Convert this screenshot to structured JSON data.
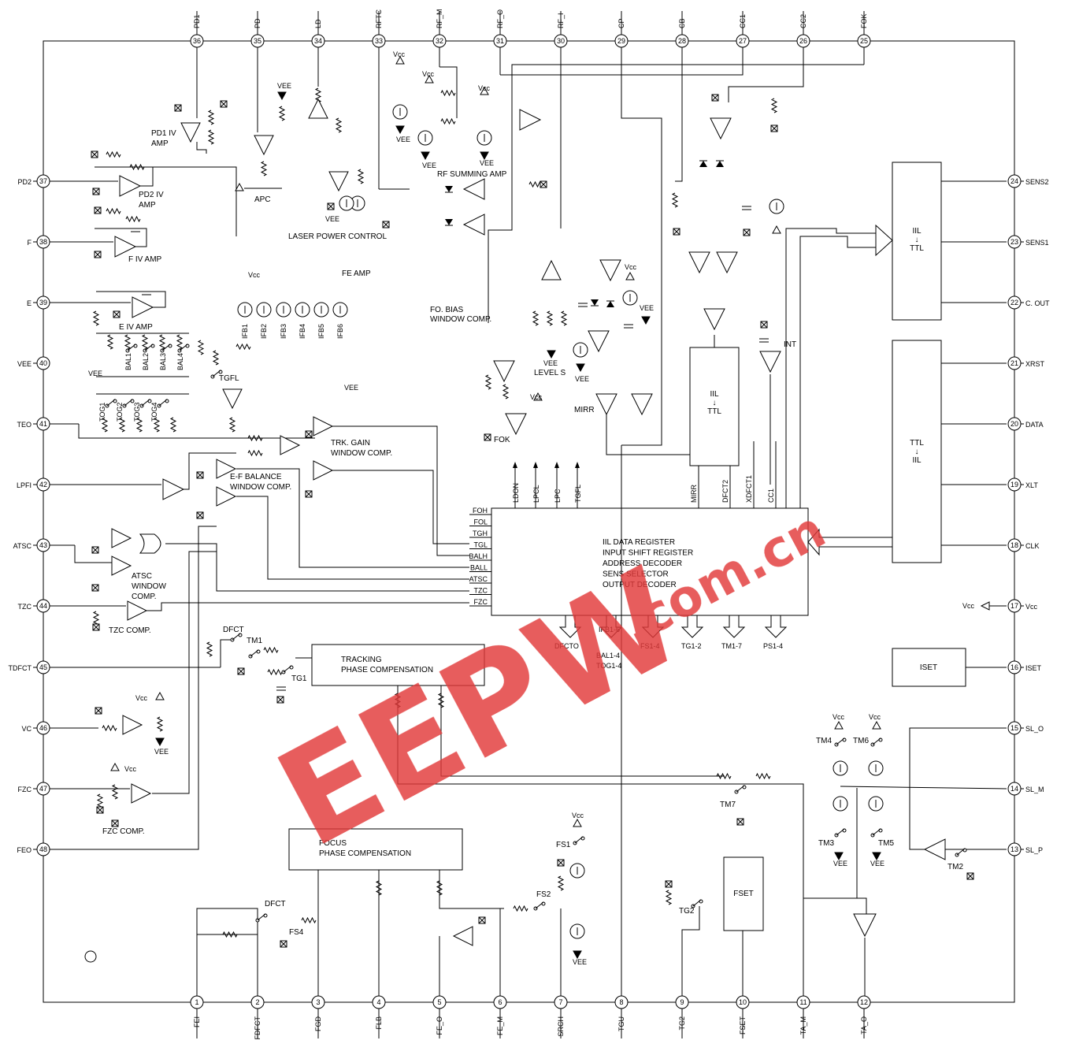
{
  "pins_top": [
    {
      "num": "36",
      "name": "PD1"
    },
    {
      "num": "35",
      "name": "PD"
    },
    {
      "num": "34",
      "name": "LD"
    },
    {
      "num": "33",
      "name": "RFTC"
    },
    {
      "num": "32",
      "name": "RF_M"
    },
    {
      "num": "31",
      "name": "RF_O"
    },
    {
      "num": "30",
      "name": "RF_I"
    },
    {
      "num": "29",
      "name": "CP"
    },
    {
      "num": "28",
      "name": "CB"
    },
    {
      "num": "27",
      "name": "CC1"
    },
    {
      "num": "26",
      "name": "CC2"
    },
    {
      "num": "25",
      "name": "FOK"
    }
  ],
  "pins_bottom": [
    {
      "num": "1",
      "name": "FEI"
    },
    {
      "num": "2",
      "name": "FDFCT"
    },
    {
      "num": "3",
      "name": "FGD"
    },
    {
      "num": "4",
      "name": "FLB"
    },
    {
      "num": "5",
      "name": "FE_O"
    },
    {
      "num": "6",
      "name": "FE_M"
    },
    {
      "num": "7",
      "name": "SRCH"
    },
    {
      "num": "8",
      "name": "TGU"
    },
    {
      "num": "9",
      "name": "TG2"
    },
    {
      "num": "10",
      "name": "FSET"
    },
    {
      "num": "11",
      "name": "TA_M"
    },
    {
      "num": "12",
      "name": "TA_O"
    }
  ],
  "pins_left": [
    {
      "num": "37",
      "name": "PD2"
    },
    {
      "num": "38",
      "name": "F"
    },
    {
      "num": "39",
      "name": "E"
    },
    {
      "num": "40",
      "name": "VEE"
    },
    {
      "num": "41",
      "name": "TEO"
    },
    {
      "num": "42",
      "name": "LPFI"
    },
    {
      "num": "43",
      "name": "ATSC"
    },
    {
      "num": "44",
      "name": "TZC"
    },
    {
      "num": "45",
      "name": "TDFCT"
    },
    {
      "num": "46",
      "name": "VC"
    },
    {
      "num": "47",
      "name": "FZC"
    },
    {
      "num": "48",
      "name": "FEO"
    }
  ],
  "pins_right": [
    {
      "num": "24",
      "name": "SENS2"
    },
    {
      "num": "23",
      "name": "SENS1"
    },
    {
      "num": "22",
      "name": "C. OUT"
    },
    {
      "num": "21",
      "name": "XRST"
    },
    {
      "num": "20",
      "name": "DATA"
    },
    {
      "num": "19",
      "name": "XLT"
    },
    {
      "num": "18",
      "name": "CLK"
    },
    {
      "num": "17",
      "name": "Vcc"
    },
    {
      "num": "16",
      "name": "ISET"
    },
    {
      "num": "15",
      "name": "SL_O"
    },
    {
      "num": "14",
      "name": "SL_M"
    },
    {
      "num": "13",
      "name": "SL_P"
    }
  ],
  "blocks": {
    "iil_ttl_top": [
      "IIL",
      "↓",
      "TTL"
    ],
    "ttl_iil": [
      "TTL",
      "↓",
      "IIL"
    ],
    "iil_ttl_mid": [
      "IIL",
      "↓",
      "TTL"
    ],
    "iset": "ISET",
    "fset": "FSET",
    "tracking": [
      "TRACKING",
      "PHASE COMPENSATION"
    ],
    "focus": [
      "FOCUS",
      "PHASE COMPENSATION"
    ],
    "register": [
      "IIL DATA REGISTER",
      "INPUT SHIFT REGISTER",
      "ADDRESS DECODER",
      "SENS SELECTOR",
      "OUTPUT DECODER"
    ]
  },
  "register_inputs": [
    "FOH",
    "FOL",
    "TGH",
    "TGL",
    "BALH",
    "BALL",
    "ATSC",
    "TZC",
    "FZC"
  ],
  "register_top_outputs": [
    "LDON",
    "LPCL",
    "LPC",
    "TGFL"
  ],
  "register_top_inputs": [
    "MIRR",
    "DFCT2",
    "XDFCT1",
    "CC1"
  ],
  "register_bottom_outputs": [
    {
      "label": "DFCTO"
    },
    {
      "label": "IFB1-6"
    },
    {
      "label": "BAL1-4"
    },
    {
      "label": "TOG1-4"
    },
    {
      "label": "FS1-4"
    },
    {
      "label": "TG1-2"
    },
    {
      "label": "TM1-7"
    },
    {
      "label": "PS1-4"
    }
  ],
  "labels": {
    "pd1_iv": [
      "PD1 IV",
      "AMP"
    ],
    "pd2_iv": [
      "PD2 IV",
      "AMP"
    ],
    "f_iv": "F IV AMP",
    "e_iv": "E IV AMP",
    "apc": "APC",
    "laser": "LASER POWER CONTROL",
    "rf_sum": "RF SUMMING AMP",
    "fe_amp": "FE AMP",
    "fo_bias": [
      "FO. BIAS",
      "WINDOW COMP."
    ],
    "trk_gain": [
      "TRK. GAIN",
      "WINDOW COMP."
    ],
    "ef_bal": [
      "E-F BALANCE",
      "WINDOW COMP."
    ],
    "atsc_comp": [
      "ATSC",
      "WINDOW",
      "COMP."
    ],
    "tzc_comp": "TZC COMP.",
    "fzc_comp": "FZC COMP.",
    "level_s": "LEVEL S",
    "mirr": "MIRR",
    "fok": "FOK",
    "int": "INT",
    "tgfl": "TGFL",
    "dfct": "DFCT",
    "tm1": "TM1",
    "tg1": "TG1",
    "tg2": "TG2",
    "fs1": "FS1",
    "fs2": "FS2",
    "fs4": "FS4",
    "tm2": "TM2",
    "tm3": "TM3",
    "tm4": "TM4",
    "tm5": "TM5",
    "tm6": "TM6",
    "tm7": "TM7",
    "vcc": "Vcc",
    "vee": "VEE",
    "ifb": [
      "IFB1",
      "IFB2",
      "IFB3",
      "IFB4",
      "IFB5",
      "IFB6"
    ],
    "bal": [
      "BAL1",
      "BAL2",
      "BAL3",
      "BAL4"
    ],
    "tog": [
      "TOG1",
      "TOG2",
      "TOG3",
      "TOG4"
    ]
  },
  "watermark": {
    "text": "EEPW",
    "sub": ".com.cn",
    "color": "#e23a3a"
  }
}
